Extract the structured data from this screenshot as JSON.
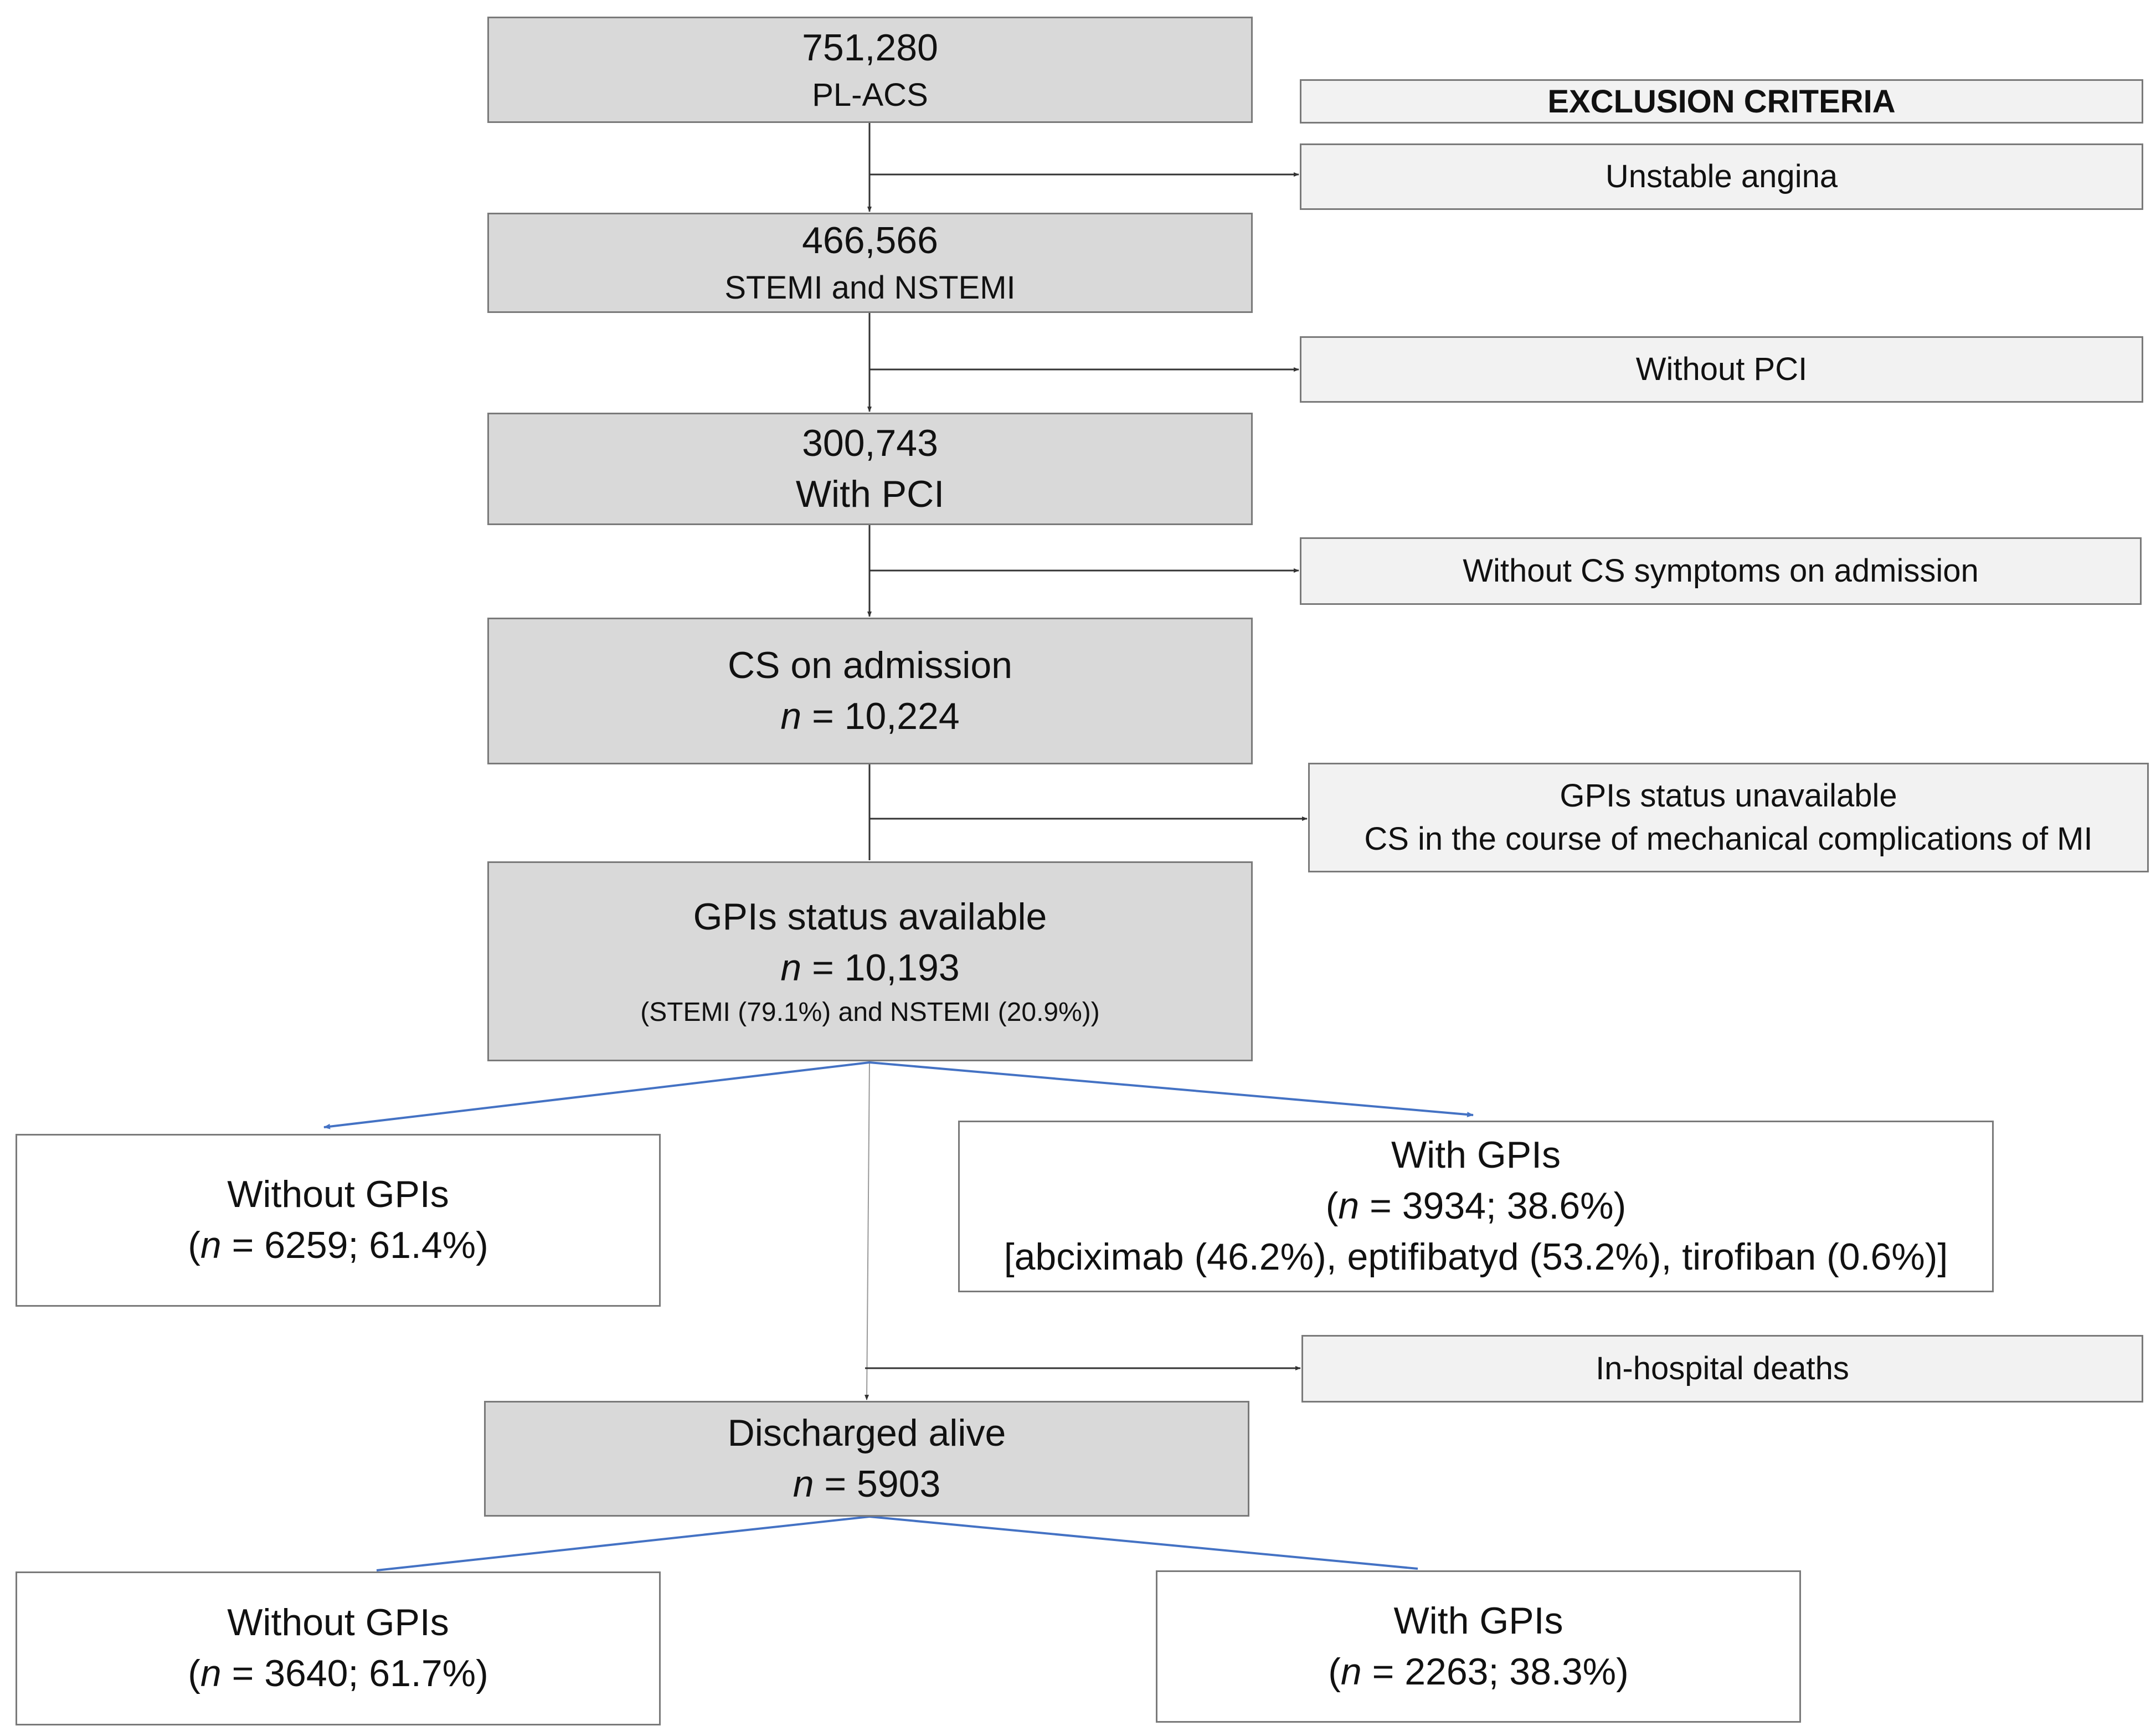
{
  "flow": {
    "b1": {
      "number": "751,280",
      "label": "PL-ACS"
    },
    "b2": {
      "number": "466,566",
      "label": "STEMI and NSTEMI"
    },
    "b3": {
      "number": "300,743",
      "label": "With PCI"
    },
    "b4": {
      "label": "CS on admission",
      "n_prefix": "n",
      "n_value": " = 10,224"
    },
    "b5": {
      "label": "GPIs status available",
      "n_prefix": "n",
      "n_value": " = 10,193",
      "note": "(STEMI (79.1%) and NSTEMI (20.9%))"
    },
    "without1": {
      "label": "Without GPIs",
      "open": "(",
      "n_prefix": "n",
      "rest": " = 6259; 61.4%)"
    },
    "with1": {
      "label": "With GPIs",
      "open": "(",
      "n_prefix": "n",
      "rest": " = 3934; 38.6%)",
      "drugs": "[abciximab (46.2%), eptifibatyd (53.2%), tirofiban (0.6%)]"
    },
    "b6": {
      "label": "Discharged alive",
      "n_prefix": "n",
      "n_value": " = 5903"
    },
    "without2": {
      "label": "Without GPIs",
      "open": "(",
      "n_prefix": "n",
      "rest": " = 3640; 61.7%)"
    },
    "with2": {
      "label": "With GPIs",
      "open": "(",
      "n_prefix": "n",
      "rest": " = 2263; 38.3%)"
    }
  },
  "exclusion": {
    "header": "EXCLUSION CRITERIA",
    "e1": "Unstable angina",
    "e2": "Without PCI",
    "e3": "Without CS symptoms on admission",
    "e4_line1": "GPIs status unavailable",
    "e4_line2": "CS in the course of mechanical complications of MI",
    "e5": "In-hospital deaths"
  },
  "colors": {
    "arrow_dark": "#333333",
    "arrow_blue": "#4472c4",
    "box_fill": "#d9d9d9",
    "excl_fill": "#f2f2f2"
  }
}
